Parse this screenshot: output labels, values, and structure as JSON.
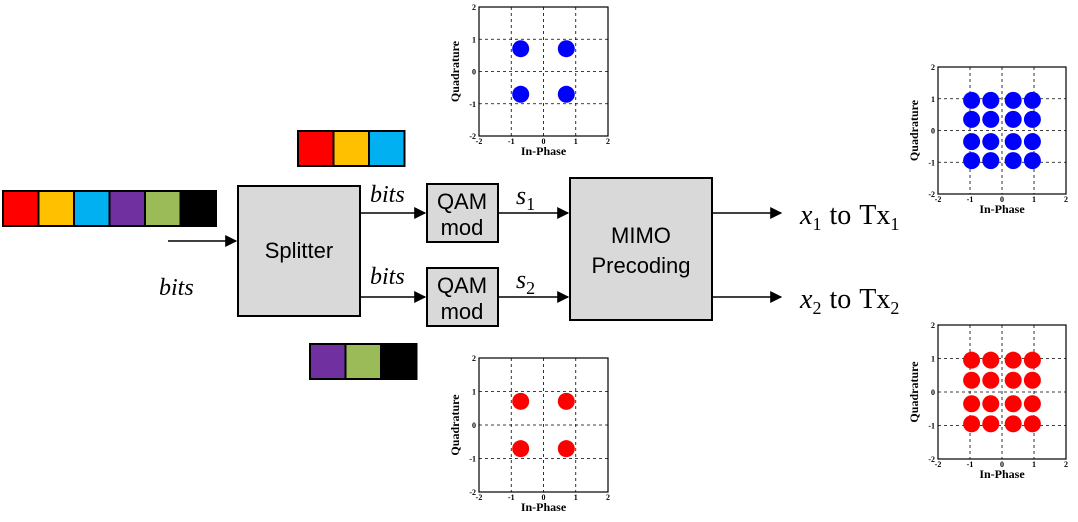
{
  "blocks": {
    "splitter": "Splitter",
    "qam_top": [
      "QAM",
      "mod"
    ],
    "qam_bottom": [
      "QAM",
      "mod"
    ],
    "mimo": [
      "MIMO",
      "Precoding"
    ]
  },
  "labels": {
    "bits_input": "bits",
    "bits_top": "bits",
    "bits_bottom": "bits",
    "s1": {
      "base": "s",
      "sub": "1"
    },
    "s2": {
      "base": "s",
      "sub": "2"
    },
    "x1": {
      "base": "x",
      "sub": "1",
      "to": "to",
      "tx": "Tx",
      "tx_sub": "1"
    },
    "x2": {
      "base": "x",
      "sub": "2",
      "to": "to",
      "tx": "Tx",
      "tx_sub": "2"
    }
  },
  "bit_colors": {
    "input": [
      "#ff0000",
      "#ffc000",
      "#00b0f0",
      "#7030a0",
      "#9bbb59",
      "#000000"
    ],
    "top": [
      "#ff0000",
      "#ffc000",
      "#00b0f0"
    ],
    "bottom": [
      "#7030a0",
      "#9bbb59",
      "#000000"
    ]
  },
  "chart_data": [
    {
      "type": "scatter",
      "xlabel": "In-Phase",
      "ylabel": "Quadrature",
      "xlim": [
        -2,
        2
      ],
      "ylim": [
        -2,
        2
      ],
      "xticks": [
        "-2",
        "-1",
        "0",
        "1",
        "2"
      ],
      "yticks": [
        "-2",
        "-1",
        "0",
        "1",
        "2"
      ],
      "grid": true,
      "color": "#0000ff",
      "points": [
        [
          -0.707,
          0.707
        ],
        [
          0.707,
          0.707
        ],
        [
          -0.707,
          -0.707
        ],
        [
          0.707,
          -0.707
        ]
      ]
    },
    {
      "type": "scatter",
      "xlabel": "In-Phase",
      "ylabel": "Quadrature",
      "xlim": [
        -2,
        2
      ],
      "ylim": [
        -2,
        2
      ],
      "xticks": [
        "-2",
        "-1",
        "0",
        "1",
        "2"
      ],
      "yticks": [
        "-2",
        "-1",
        "0",
        "1",
        "2"
      ],
      "grid": true,
      "color": "#ff0000",
      "points": [
        [
          -0.707,
          0.707
        ],
        [
          0.707,
          0.707
        ],
        [
          -0.707,
          -0.707
        ],
        [
          0.707,
          -0.707
        ]
      ]
    },
    {
      "type": "scatter",
      "xlabel": "In-Phase",
      "ylabel": "Quadrature",
      "xlim": [
        -2,
        2
      ],
      "ylim": [
        -2,
        2
      ],
      "xticks": [
        "-2",
        "-1",
        "0",
        "1",
        "2"
      ],
      "yticks": [
        "-2",
        "-1",
        "0",
        "1",
        "2"
      ],
      "grid": true,
      "color": "#0000ff",
      "points": [
        [
          -0.95,
          0.95
        ],
        [
          -0.35,
          0.95
        ],
        [
          0.35,
          0.95
        ],
        [
          0.95,
          0.95
        ],
        [
          -0.95,
          0.35
        ],
        [
          -0.35,
          0.35
        ],
        [
          0.35,
          0.35
        ],
        [
          0.95,
          0.35
        ],
        [
          -0.95,
          -0.35
        ],
        [
          -0.35,
          -0.35
        ],
        [
          0.35,
          -0.35
        ],
        [
          0.95,
          -0.35
        ],
        [
          -0.95,
          -0.95
        ],
        [
          -0.35,
          -0.95
        ],
        [
          0.35,
          -0.95
        ],
        [
          0.95,
          -0.95
        ]
      ]
    },
    {
      "type": "scatter",
      "xlabel": "In-Phase",
      "ylabel": "Quadrature",
      "xlim": [
        -2,
        2
      ],
      "ylim": [
        -2,
        2
      ],
      "xticks": [
        "-2",
        "-1",
        "0",
        "1",
        "2"
      ],
      "yticks": [
        "-2",
        "-1",
        "0",
        "1",
        "2"
      ],
      "grid": true,
      "color": "#ff0000",
      "points": [
        [
          -0.95,
          0.95
        ],
        [
          -0.35,
          0.95
        ],
        [
          0.35,
          0.95
        ],
        [
          0.95,
          0.95
        ],
        [
          -0.95,
          0.35
        ],
        [
          -0.35,
          0.35
        ],
        [
          0.35,
          0.35
        ],
        [
          0.95,
          0.35
        ],
        [
          -0.95,
          -0.35
        ],
        [
          -0.35,
          -0.35
        ],
        [
          0.35,
          -0.35
        ],
        [
          0.95,
          -0.35
        ],
        [
          -0.95,
          -0.95
        ],
        [
          -0.35,
          -0.95
        ],
        [
          0.35,
          -0.95
        ],
        [
          0.95,
          -0.95
        ]
      ]
    }
  ]
}
